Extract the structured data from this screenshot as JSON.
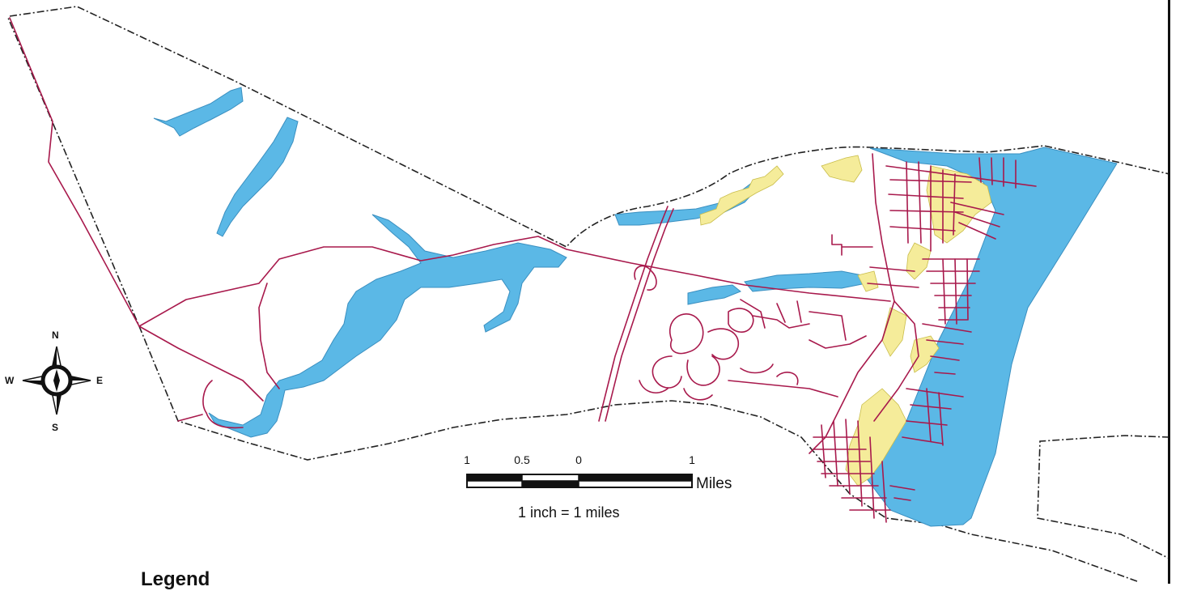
{
  "compass": {
    "north": "N",
    "south": "S",
    "east": "E",
    "west": "W"
  },
  "scale_bar": {
    "tick_labels": [
      "1",
      "0.5",
      "0",
      "1"
    ],
    "unit_label": "Miles",
    "ratio_text": "1 inch = 1 miles"
  },
  "legend": {
    "title": "Legend"
  },
  "colors": {
    "water": "#5bb8e6",
    "roads": "#a8194c",
    "developed": "#f5ec9a",
    "boundary": "#222222"
  },
  "icons": [
    "compass-rose-icon"
  ]
}
